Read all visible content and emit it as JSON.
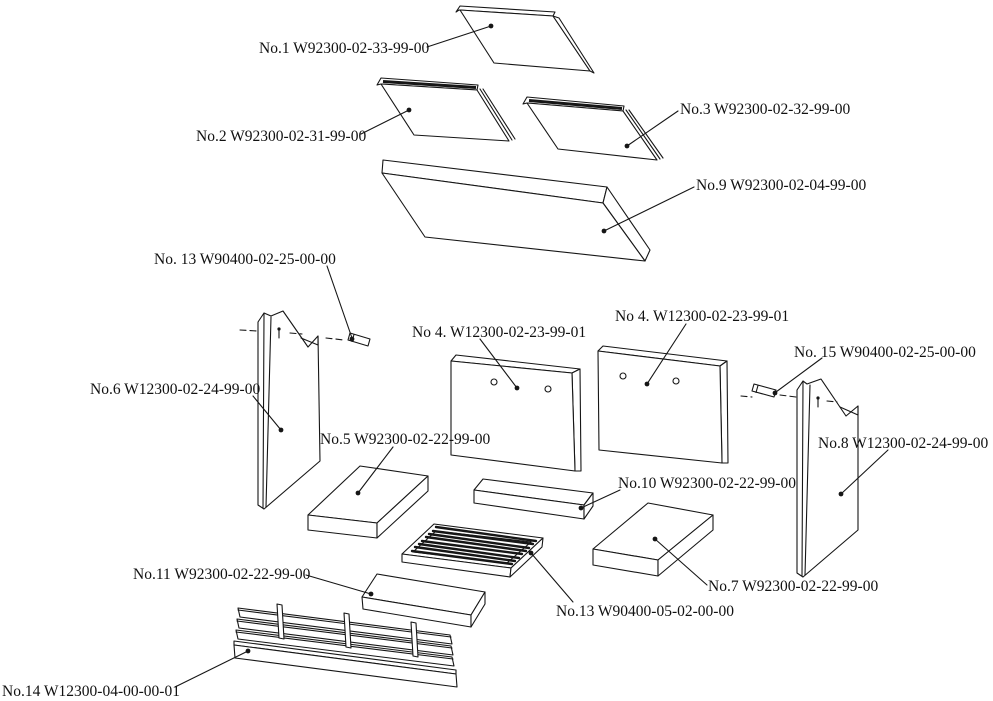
{
  "drawing": {
    "kind": "exploded-parts-diagram",
    "background_color": "#ffffff",
    "line_color": "#161616",
    "text_color": "#111111"
  },
  "labels": {
    "no1": "No.1 W92300-02-33-99-00",
    "no2": "No.2 W92300-02-31-99-00",
    "no3": "No.3 W92300-02-32-99-00",
    "no4_left": "No 4. W12300-02-23-99-01",
    "no4_right": "No 4. W12300-02-23-99-01",
    "no5": "No.5 W92300-02-22-99-00",
    "no6": "No.6 W12300-02-24-99-00",
    "no7": "No.7 W92300-02-22-99-00",
    "no8": "No.8 W12300-02-24-99-00",
    "no9": "No.9 W92300-02-04-99-00",
    "no10": "No.10 W92300-02-22-99-00",
    "no11": "No.11 W92300-02-22-99-00",
    "no13_pin": "No. 13 W90400-02-25-00-00",
    "no13_grate": "No.13 W90400-05-02-00-00",
    "no14": "No.14 W12300-04-00-00-01",
    "no15": "No. 15 W90400-02-25-00-00"
  },
  "parts": [
    {
      "label_ref": "no1",
      "shape": "flat-panel"
    },
    {
      "label_ref": "no2",
      "shape": "flat-panel"
    },
    {
      "label_ref": "no3",
      "shape": "flat-panel"
    },
    {
      "label_ref": "no9",
      "shape": "long-slab"
    },
    {
      "label_ref": "no4_left",
      "shape": "side-panel-with-holes"
    },
    {
      "label_ref": "no4_right",
      "shape": "side-panel-with-holes"
    },
    {
      "label_ref": "no13_pin",
      "shape": "small-pin"
    },
    {
      "label_ref": "no15",
      "shape": "small-pin"
    },
    {
      "label_ref": "no6",
      "shape": "tall-notched-panel"
    },
    {
      "label_ref": "no8",
      "shape": "tall-notched-panel"
    },
    {
      "label_ref": "no5",
      "shape": "brick"
    },
    {
      "label_ref": "no7",
      "shape": "brick"
    },
    {
      "label_ref": "no10",
      "shape": "bar"
    },
    {
      "label_ref": "no11",
      "shape": "bar"
    },
    {
      "label_ref": "no13_grate",
      "shape": "grate"
    },
    {
      "label_ref": "no14",
      "shape": "rail-assembly"
    }
  ]
}
